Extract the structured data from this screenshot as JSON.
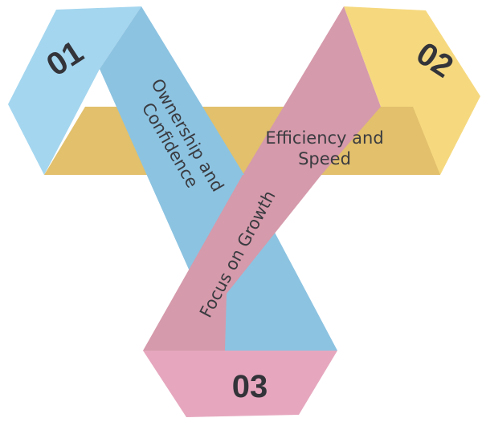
{
  "badges": {
    "one": "01",
    "two": "02",
    "three": "03"
  },
  "labels": {
    "band_blue_line1": "Ownership and",
    "band_blue_line2": "Confidence",
    "band_gold_line1": "Efficiency and",
    "band_gold_line2": "Speed",
    "band_pink": "Focus on Growth"
  },
  "colors": {
    "blue_light": "#a4d6ef",
    "blue": "#8cc3e1",
    "gold_light": "#f6d97f",
    "gold": "#e2c06c",
    "pink_light": "#e6a7be",
    "pink": "#d59aab",
    "text": "#33343a"
  }
}
